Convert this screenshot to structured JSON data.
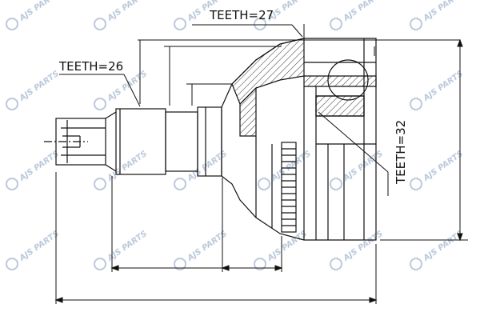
{
  "labels": {
    "teeth_outer": "TEETH=27",
    "teeth_shaft": "TEETH=26",
    "teeth_inner": "TEETH=32"
  },
  "watermark": {
    "text": "AJS PARTS",
    "icon": "gear-logo-icon",
    "color": "#bcc9dc"
  },
  "colors": {
    "line": "#111111",
    "hatch": "#333333",
    "background": "#ffffff"
  }
}
